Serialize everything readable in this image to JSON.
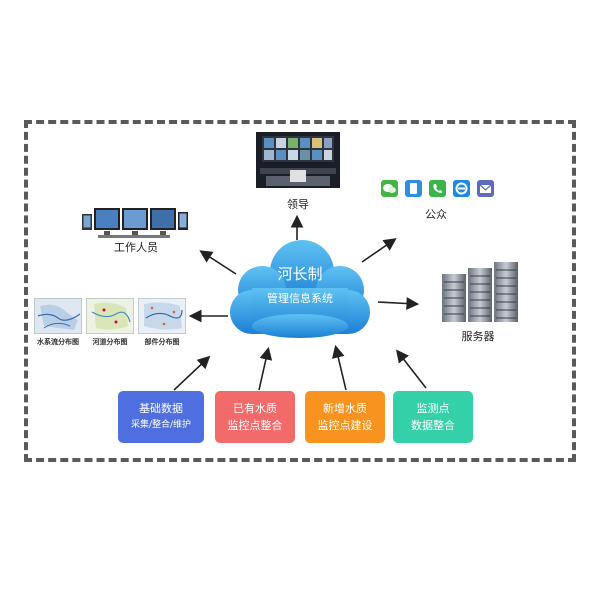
{
  "center": {
    "title": "河长制",
    "subtitle": "管理信息系统"
  },
  "nodes": {
    "leader": "领导",
    "public": "公众",
    "staff": "工作人员",
    "server": "服务器",
    "maps": [
      "水系流分布图",
      "河道分布图",
      "部件分布图"
    ]
  },
  "boxes": [
    {
      "line1": "基础数据",
      "line2": "采集/整合/维护",
      "color": "#4f6fe0"
    },
    {
      "line1": "已有水质",
      "line2": "监控点整合",
      "color": "#f26a6a"
    },
    {
      "line1": "新增水质",
      "line2": "监控点建设",
      "color": "#f7931e"
    },
    {
      "line1": "监测点",
      "line2": "数据整合",
      "color": "#34d1a8"
    }
  ],
  "public_icons": [
    "wechat-icon",
    "phone-icon",
    "call-icon",
    "browser-icon",
    "mail-icon"
  ]
}
